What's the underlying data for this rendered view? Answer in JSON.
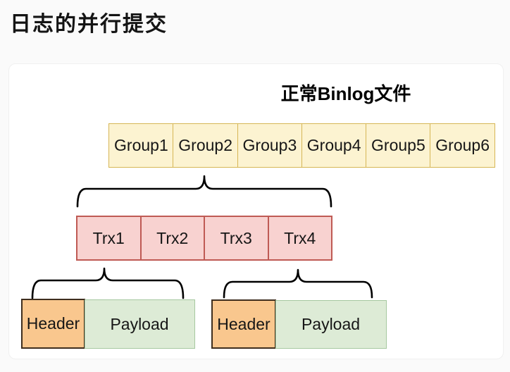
{
  "page": {
    "title": "日志的并行提交"
  },
  "diagram": {
    "title": "正常Binlog文件",
    "binlog_groups": [
      "Group1",
      "Group2",
      "Group3",
      "Group4",
      "Group5",
      "Group6"
    ],
    "transactions": [
      "Trx1",
      "Trx2",
      "Trx3",
      "Trx4"
    ],
    "trx_structures": [
      {
        "header": "Header",
        "payload": "Payload"
      },
      {
        "header": "Header",
        "payload": "Payload"
      }
    ],
    "colors": {
      "group_fill": "#FCF3D1",
      "group_border": "#D6B656",
      "trx_fill": "#F8D2D0",
      "trx_border": "#BF5A54",
      "header_fill": "#F9C78E",
      "header_border": "#3F2E1E",
      "payload_fill": "#DDEBD6",
      "payload_border": "#A6C8A0",
      "brace": "#000000"
    }
  }
}
